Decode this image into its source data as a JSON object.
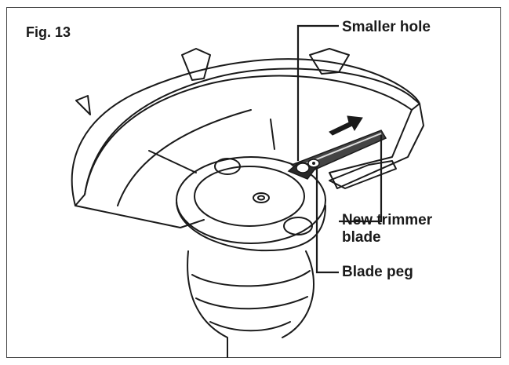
{
  "figure": {
    "label": "Fig. 13"
  },
  "callouts": {
    "smaller_hole": "Smaller hole",
    "new_trimmer_blade_line1": "New trimmer",
    "new_trimmer_blade_line2": "blade",
    "blade_peg": "Blade peg"
  },
  "colors": {
    "ink": "#1a1a1a",
    "frame": "#444444",
    "background": "#ffffff"
  }
}
